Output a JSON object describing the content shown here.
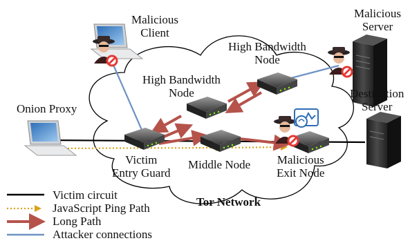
{
  "labels": {
    "malicious_client": "Malicious\nClient",
    "malicious_server": "Malicious\nServer",
    "hb_node_top": "High Bandwidth\nNode",
    "hb_node_mid": "High Bandwidth\nNode",
    "destination_server": "Destination\nServer",
    "onion_proxy": "Onion Proxy",
    "victim_entry_guard": "Victim\nEntry Guard",
    "middle_node": "Middle Node",
    "malicious_exit_node": "Malicious\nExit Node",
    "tor_network": "Tor Network"
  },
  "legend": [
    {
      "label": "Victim circuit",
      "style": "solid-black",
      "color": "#000000"
    },
    {
      "label": "JavaScript Ping Path",
      "style": "dotted-arrow",
      "color": "#d9a21b"
    },
    {
      "label": "Long Path",
      "style": "thick-arrow",
      "color": "#b5534b"
    },
    {
      "label": "Attacker connections",
      "style": "solid-blue",
      "color": "#6e92c3"
    }
  ],
  "colors": {
    "victim_circuit": "#000000",
    "ping_path": "#d9a21b",
    "long_path": "#b5534b",
    "attacker": "#6e92c3",
    "block_badge": "#e53935"
  }
}
